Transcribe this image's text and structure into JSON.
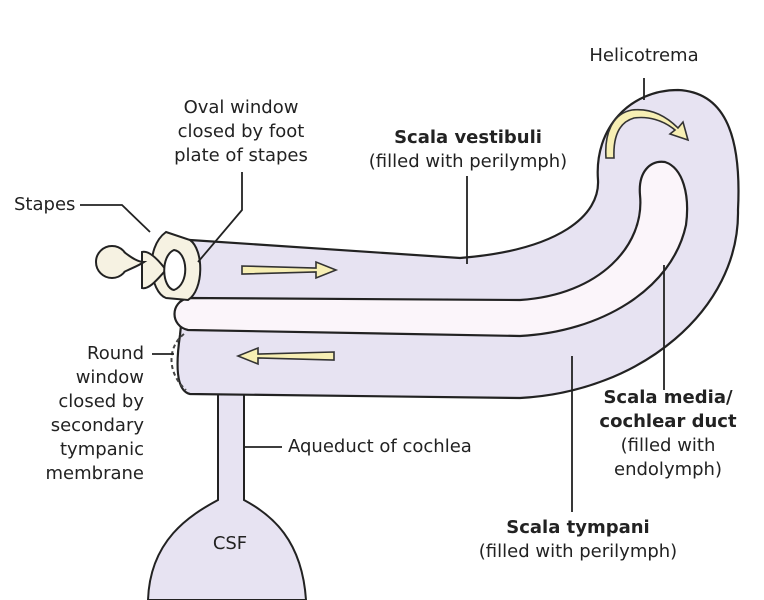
{
  "labels": {
    "helicotrema": "Helicotrema",
    "oval_window": [
      "Oval window",
      "closed by foot",
      "plate of stapes"
    ],
    "scala_vestibuli": {
      "name": "Scala vestibuli",
      "note": "(filled with perilymph)"
    },
    "stapes": "Stapes",
    "round_window": [
      "Round",
      "window",
      "closed by",
      "secondary",
      "tympanic",
      "membrane"
    ],
    "scala_media": {
      "name_lines": [
        "Scala media/",
        "cochlear duct"
      ],
      "note_lines": [
        "(filled with",
        "endolymph)"
      ]
    },
    "aqueduct": "Aqueduct of cochlea",
    "scala_tympani": {
      "name": "Scala tympani",
      "note": "(filled with perilymph)"
    },
    "csf": "CSF"
  },
  "colors": {
    "perilymph_fill": "#e7e3f2",
    "endolymph_fill": "#fbf5fa",
    "stapes_fill": "#f6f2e2",
    "arrow_fill": "#f7efb4",
    "outline": "#222222"
  }
}
